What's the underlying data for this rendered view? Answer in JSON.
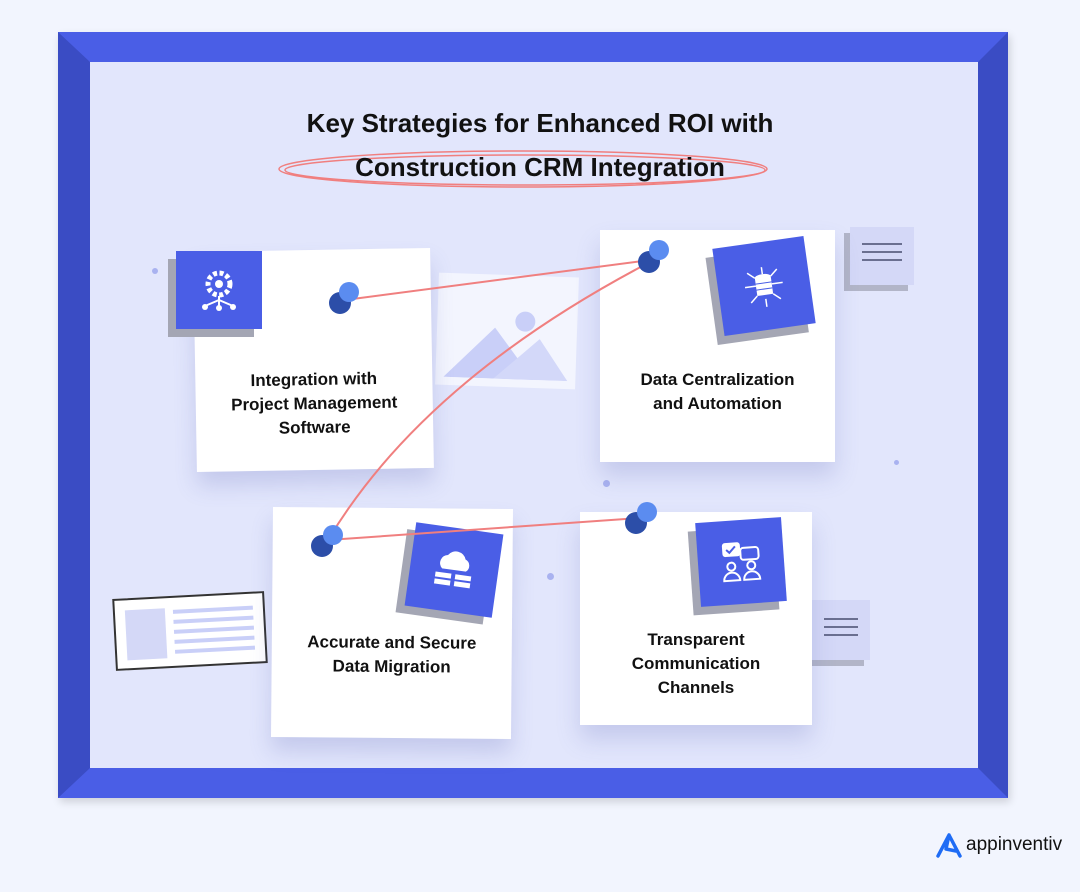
{
  "title": {
    "line1": "Key Strategies for Enhanced ROI with",
    "line2": "Construction CRM Integration"
  },
  "cards": [
    {
      "label": "Integration with Project Management Software",
      "icon": "gear-network-icon"
    },
    {
      "label": "Data Centralization and Automation",
      "icon": "database-network-icon"
    },
    {
      "label": "Accurate and Secure Data Migration",
      "icon": "cloud-server-icon"
    },
    {
      "label": "Transparent Communication Channels",
      "icon": "users-chat-icon"
    }
  ],
  "brand": {
    "name": "appinventiv",
    "color": "#1f6cf5"
  },
  "colors": {
    "frame": "#4a5ee6",
    "panel": "#e2e6fc",
    "string": "#f07f7f",
    "pin": "#3656c0"
  }
}
